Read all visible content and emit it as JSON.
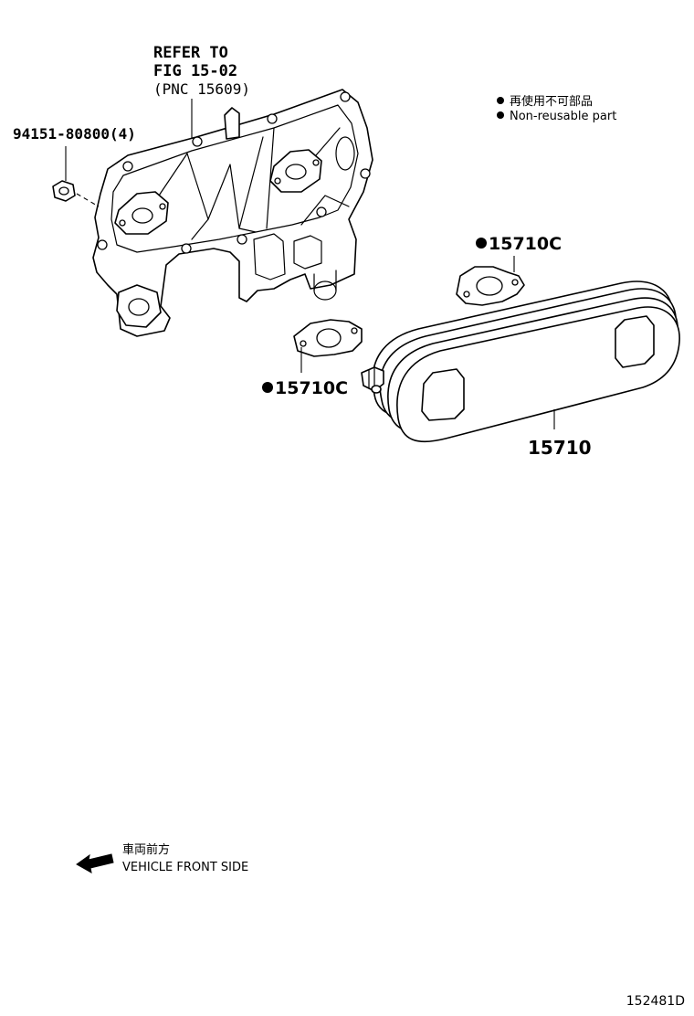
{
  "refer_note": {
    "line1": "REFER TO",
    "line2": "FIG 15-02",
    "line3": "(PNC 15609)"
  },
  "parts": {
    "nut": "94151-80800(4)",
    "gasket_upper": "15710C",
    "gasket_lower": "15710C",
    "oil_cooler": "15710"
  },
  "legend": {
    "jp": "再使用不可部品",
    "en": "Non-reusable part"
  },
  "direction": {
    "jp": "車両前方",
    "en": "VEHICLE FRONT SIDE"
  },
  "figure_id": "152481D"
}
